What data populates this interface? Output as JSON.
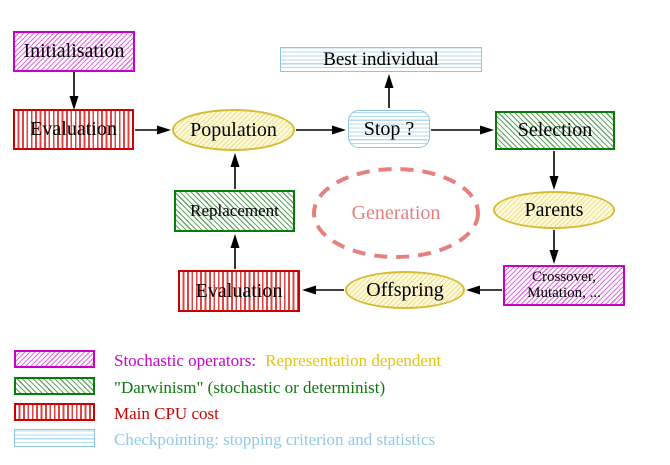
{
  "nodes": {
    "initialisation": "Initialisation",
    "evaluation_top": "Evaluation",
    "population": "Population",
    "best_individual": "Best individual",
    "stop": "Stop ?",
    "selection": "Selection",
    "replacement": "Replacement",
    "generation": "Generation",
    "parents": "Parents",
    "evaluation_bottom": "Evaluation",
    "crossover_line1": "Crossover,",
    "crossover_line2": "Mutation, ...",
    "offspring": "Offspring"
  },
  "edges": [
    {
      "from": "Initialisation",
      "to": "Evaluation"
    },
    {
      "from": "Evaluation",
      "to": "Population"
    },
    {
      "from": "Population",
      "to": "Stop ?"
    },
    {
      "from": "Stop ?",
      "to": "Best individual"
    },
    {
      "from": "Stop ?",
      "to": "Selection"
    },
    {
      "from": "Selection",
      "to": "Parents"
    },
    {
      "from": "Parents",
      "to": "Crossover, Mutation, ..."
    },
    {
      "from": "Crossover, Mutation, ...",
      "to": "Offspring"
    },
    {
      "from": "Offspring",
      "to": "Evaluation"
    },
    {
      "from": "Evaluation",
      "to": "Replacement"
    },
    {
      "from": "Replacement",
      "to": "Population"
    }
  ],
  "legend": {
    "items": [
      {
        "swatch": "magenta-diagonal-hatch",
        "text_primary": "Stochastic operators:",
        "text_secondary": "Representation dependent"
      },
      {
        "swatch": "green-diagonal-hatch",
        "text_primary": "\"Darwinism\" (stochastic or determinist)"
      },
      {
        "swatch": "red-vertical-stripes",
        "text_primary": "Main CPU cost"
      },
      {
        "swatch": "cyan-horizontal-stripes",
        "text_primary": "Checkpointing: stopping criterion and statistics"
      }
    ]
  },
  "colors": {
    "magenta": "#cc00cc",
    "green": "#0a7a0a",
    "red": "#cc0000",
    "cyan": "#92c8e8",
    "gold": "#e2c414",
    "salmon": "#e87f7f",
    "yellow_border": "#d6bc34",
    "arrow_black": "#000000"
  }
}
